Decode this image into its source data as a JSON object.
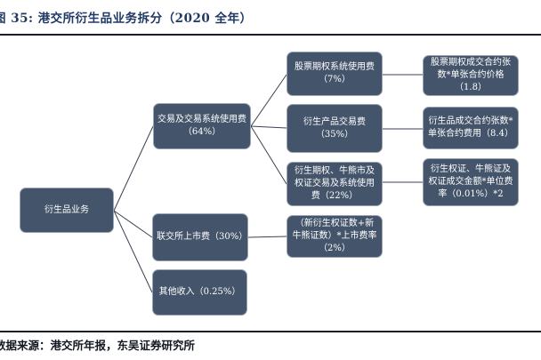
{
  "figure": {
    "title": "图 35:  港交所衍生品业务拆分（2020 全年）",
    "source": "数据来源：港交所年报，东吴证券研究所"
  },
  "colors": {
    "box_fill": "#44546A",
    "box_border": "#9aa3b2",
    "box_text": "#FFFFFF",
    "title_text": "#1F3864",
    "rule": "#191d26",
    "connector": "#3b4254"
  },
  "nodes": {
    "root": {
      "label": "衍生品业务"
    },
    "level2": [
      {
        "label": "交易及交易系统使用费（64%）"
      },
      {
        "label": "联交所上市费（30%）"
      },
      {
        "label": "其他收入（0.25%）"
      }
    ],
    "level3": [
      {
        "label": "股票期权系统使用费（7%）"
      },
      {
        "label": "衍生产品交易费（35%）"
      },
      {
        "label": "衍生期权、牛熊市及权证交易及系统使用费（22%）"
      },
      {
        "label": "（新衍生权证数+新牛熊证数）*上市费率（2%）"
      }
    ],
    "level4": [
      {
        "label": "股票期权成交合约张数*单张合约价格（1.8）"
      },
      {
        "label": "衍生品成交合约张数*单张合约费用（8.4）"
      },
      {
        "label": "衍生权证、牛熊证及权证成交金额*单位费率（0.01%）*2"
      }
    ]
  }
}
